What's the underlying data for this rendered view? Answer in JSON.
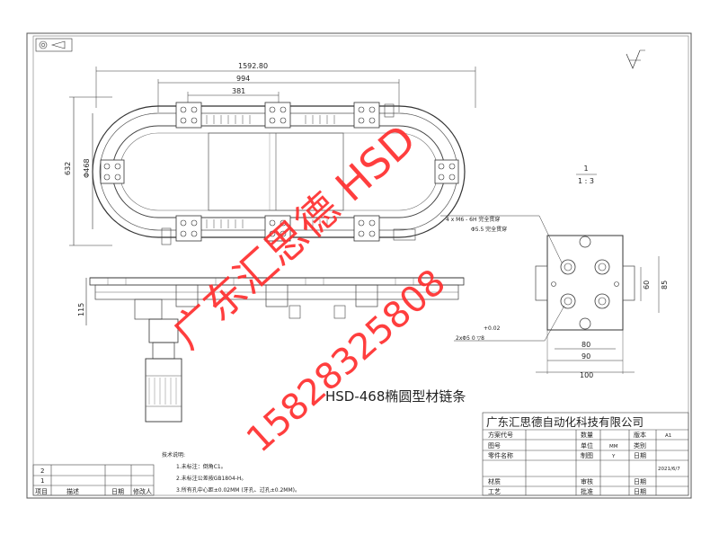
{
  "drawing": {
    "title": "HSD-468椭圆型材链条",
    "company": "广东汇思德自动化科技有限公司",
    "scale_top": "1",
    "scale_bottom": "1 : 3"
  },
  "dimensions": {
    "overall_length": "1592.80",
    "pitch_994": "994",
    "pitch_381": "381",
    "height_632": "632",
    "diameter_468": "Φ468",
    "side_115": "115",
    "detail_80": "80",
    "detail_90": "90",
    "detail_100": "100",
    "detail_60": "60",
    "detail_85": "85"
  },
  "callouts": {
    "thread_1": "4 x  M6 - 6H 完全贯穿",
    "thread_2": "Φ5.5 完全贯穿",
    "hole_tol": "+0.02",
    "hole_main": "2xΦ5   0   ▽8"
  },
  "title_block": {
    "labels": {
      "drawing_no": "方案代号",
      "figure_no": "图号",
      "part_name": "零件名称",
      "material": "材质",
      "process": "工艺",
      "quantity": "数量",
      "unit": "单位",
      "drawn": "制图",
      "reviewed": "审核",
      "approved": "批准",
      "version": "版本",
      "category": "类别",
      "date": "日期"
    },
    "values": {
      "version": "A1",
      "unit": "MM",
      "drawn": "Y",
      "date": "2021/6/7"
    }
  },
  "revision_table": {
    "row_2": "2",
    "row_1": "1",
    "col_item": "项目",
    "col_desc": "描述",
    "col_date": "日期",
    "col_editor": "修改人"
  },
  "notes": {
    "heading": "技术说明:",
    "line1": "1.未标注：倒角C1。",
    "line2": "2.未标注公差按GB1804-H。",
    "line3": "3.所有孔中心距±0.02MM (牙孔、过孔±0.2MM)。"
  },
  "watermark": {
    "brand": "广东汇思德 HSD",
    "phone": "15828325808",
    "color": "#ff2a2a"
  },
  "colors": {
    "line": "#333333",
    "frame": "#444444",
    "watermark": "#ff2a2a"
  }
}
